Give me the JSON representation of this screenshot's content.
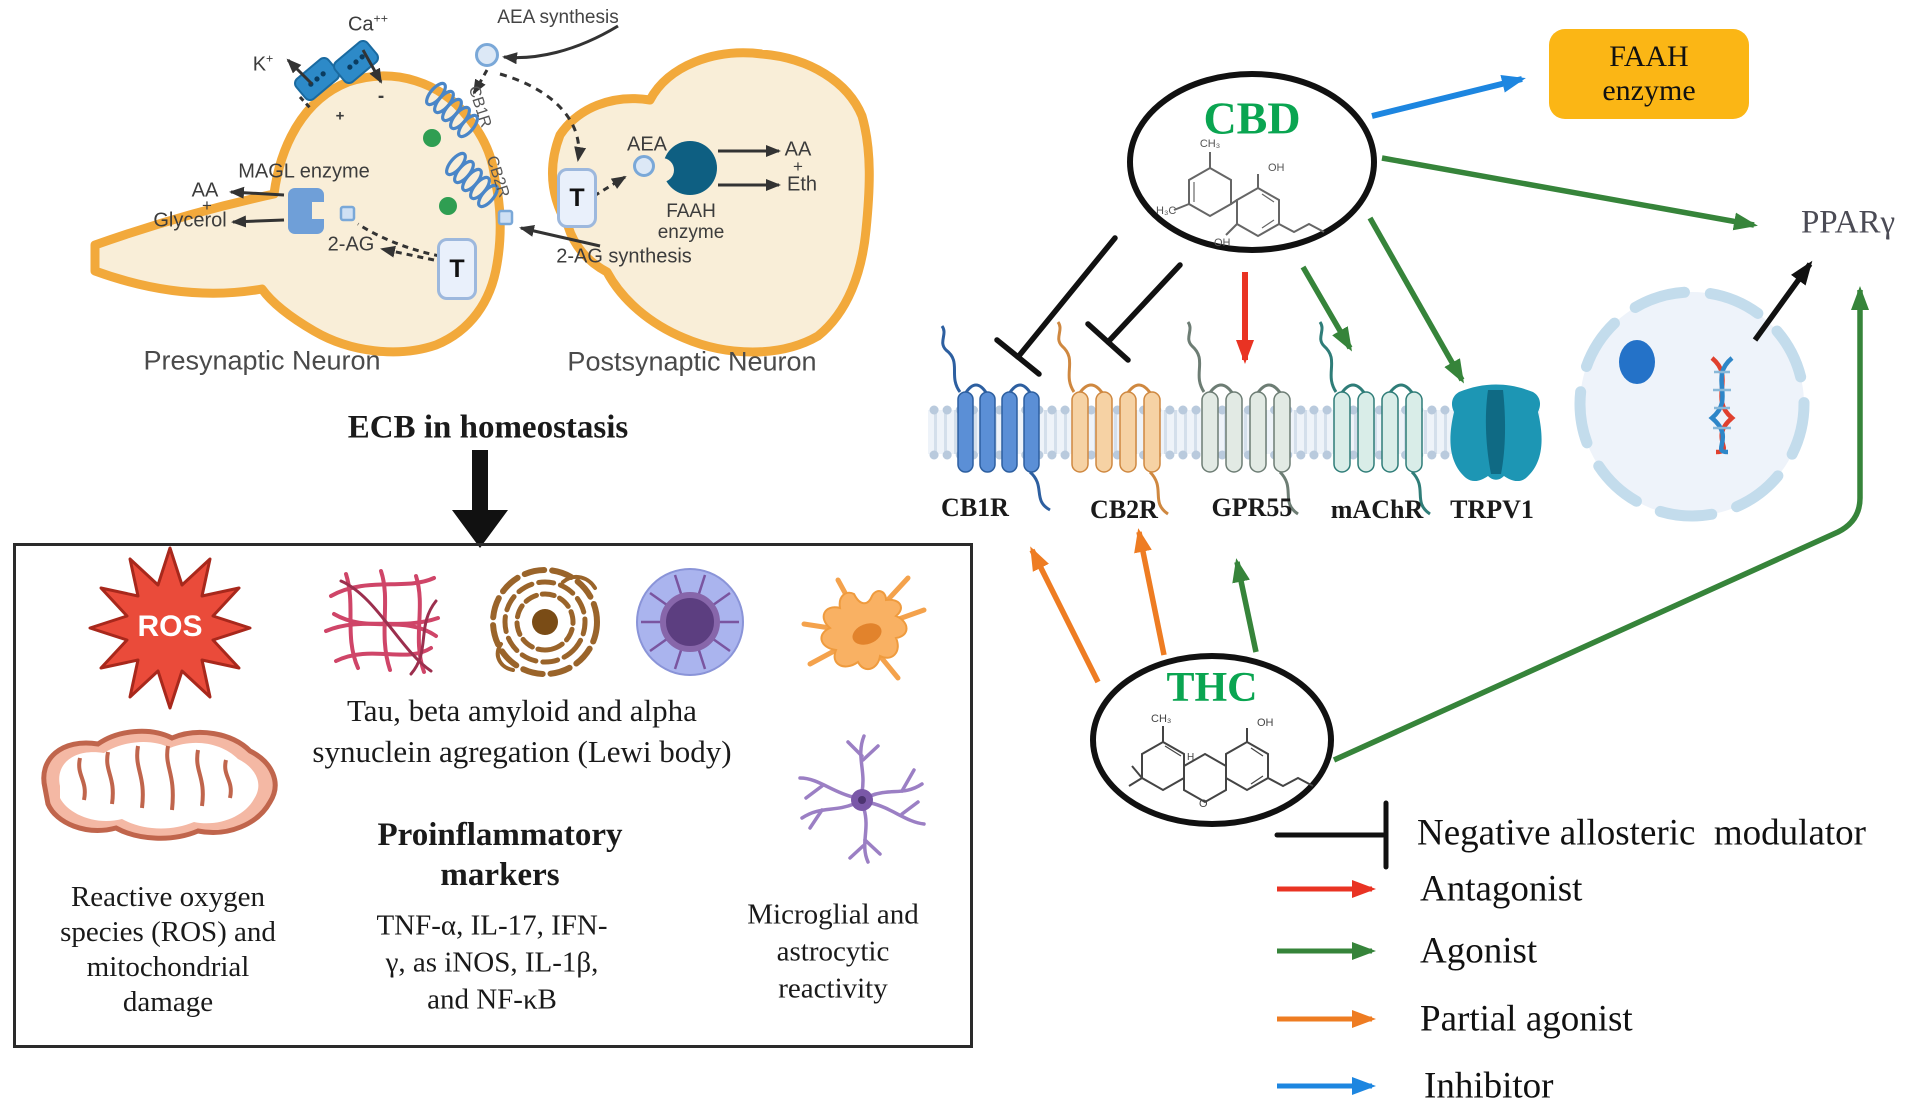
{
  "synapse": {
    "ca": "Ca",
    "ca_sup": "++",
    "k": "K",
    "k_sup": "+",
    "plus_ion": "+",
    "minus_ion": "-",
    "aea_synthesis": "AEA synthesis",
    "cb1r": "CB1R",
    "cb2r": "CB2R",
    "magl": "MAGL enzyme",
    "aa": "AA",
    "plus": "+",
    "glycerol": "Glycerol",
    "two_ag": "2-AG",
    "transporter": "T",
    "aea": "AEA",
    "faah_line1": "FAAH",
    "faah_line2": "enzyme",
    "aa_out": "AA",
    "plus_out": "+",
    "eth_out": "Eth",
    "two_ag_synthesis": "2-AG synthesis",
    "presynaptic": "Presynaptic Neuron",
    "postsynaptic": "Postsynaptic Neuron",
    "title": "ECB in homeostasis"
  },
  "pathology": {
    "ros_badge": "ROS",
    "tau_line1": "Tau, beta amyloid and alpha",
    "tau_line2": "synuclein agregation (Lewi body)",
    "pro_line1": "Proinflammatory",
    "pro_line2": "markers",
    "ros_lines": [
      "Reactive oxygen",
      "species (ROS) and",
      "mitochondrial",
      "damage"
    ],
    "tnf_lines": [
      "TNF-α, IL-17, IFN-",
      "γ, as iNOS, IL-1β,",
      "and NF-κB"
    ],
    "glia_lines": [
      "Microglial and",
      "astrocytic",
      "reactivity"
    ]
  },
  "interaction": {
    "cbd": "CBD",
    "thc": "THC",
    "faah_box_line1": "FAAH",
    "faah_box_line2": "enzyme",
    "ppar": "PPARγ",
    "receptors": [
      "CB1R",
      "CB2R",
      "GPR55",
      "mAChR",
      "TRPV1"
    ],
    "cbd_molecule": {
      "ch3": "CH₃",
      "oh": "OH",
      "oh2": "OH",
      "h3c": "H₃C"
    },
    "thc_molecule": {
      "oh": "OH",
      "o": "O",
      "h": "H",
      "ch3": "CH₃"
    }
  },
  "legend": {
    "items": [
      {
        "label": "Negative allosteric  modulator",
        "type": "t-bar",
        "color": "#111111"
      },
      {
        "label": "Antagonist",
        "type": "arrow",
        "color": "#e93323"
      },
      {
        "label": "Agonist",
        "type": "arrow",
        "color": "#36843a"
      },
      {
        "label": "Partial agonist",
        "type": "arrow",
        "color": "#ee7c22"
      },
      {
        "label": "Inhibitor",
        "type": "arrow",
        "color": "#1d86e0"
      }
    ]
  },
  "colors": {
    "cbd_thc_green": "#0aa551",
    "faah_box_bg": "#fbb615",
    "neuron_fill": "#f9eed8",
    "neuron_outline": "#f2a93b",
    "antagonist_red": "#e93323",
    "agonist_green": "#36843a",
    "partial_agonist_orange": "#ee7c22",
    "inhibitor_blue": "#1d86e0"
  }
}
